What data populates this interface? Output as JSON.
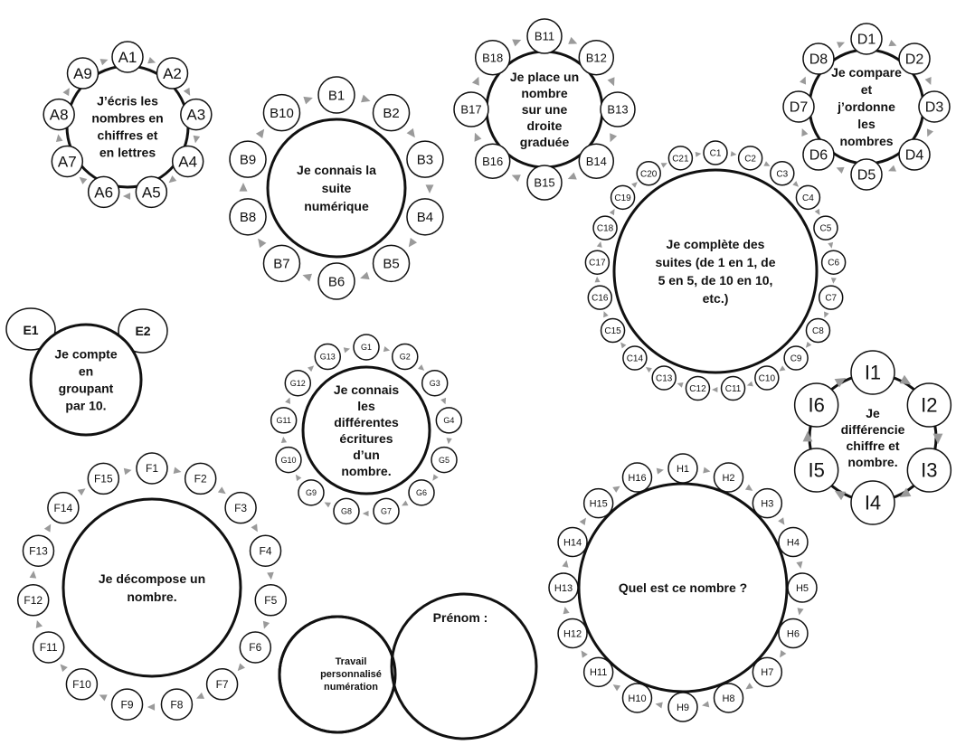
{
  "colors": {
    "stroke": "#111111",
    "arrow": "#9a9a9a",
    "background": "#ffffff"
  },
  "rings": [
    {
      "id": "A",
      "center_lines": [
        "J’écris les",
        "nombres en",
        "chiffres et",
        "en lettres"
      ],
      "nodes": [
        "A1",
        "A2",
        "A3",
        "A4",
        "A5",
        "A6",
        "A7",
        "A8",
        "A9"
      ]
    },
    {
      "id": "B",
      "center_lines": [
        "Je connais la",
        "suite",
        "numérique"
      ],
      "nodes": [
        "B1",
        "B2",
        "B3",
        "B4",
        "B5",
        "B6",
        "B7",
        "B8",
        "B9",
        "B10"
      ]
    },
    {
      "id": "B2",
      "center_lines": [
        "Je place un",
        "nombre",
        "sur une",
        "droite",
        "graduée"
      ],
      "nodes": [
        "B11",
        "B12",
        "B13",
        "B14",
        "B15",
        "B16",
        "B17",
        "B18"
      ]
    },
    {
      "id": "D",
      "center_lines": [
        "Je compare",
        "et",
        "j’ordonne",
        "les",
        "nombres"
      ],
      "nodes": [
        "D1",
        "D2",
        "D3",
        "D4",
        "D5",
        "D6",
        "D7",
        "D8"
      ]
    },
    {
      "id": "C",
      "center_lines": [
        "Je complète des",
        "suites (de 1 en 1, de",
        "5 en 5, de 10 en 10,",
        "etc.)"
      ],
      "nodes": [
        "C1",
        "C2",
        "C3",
        "C4",
        "C5",
        "C6",
        "C7",
        "C8",
        "C9",
        "C10",
        "C11",
        "C12",
        "C13",
        "C14",
        "C15",
        "C16",
        "C17",
        "C18",
        "C19",
        "C20",
        "C21"
      ]
    },
    {
      "id": "E",
      "center_lines": [
        "Je compte",
        "en",
        "groupant",
        "par 10."
      ],
      "nodes": [
        "E1",
        "E2"
      ]
    },
    {
      "id": "G",
      "center_lines": [
        "Je connais",
        "les",
        "différentes",
        "écritures",
        "d’un",
        "nombre."
      ],
      "nodes": [
        "G1",
        "G2",
        "G3",
        "G4",
        "G5",
        "G6",
        "G7",
        "G8",
        "G9",
        "G10",
        "G11",
        "G12",
        "G13"
      ]
    },
    {
      "id": "I",
      "center_lines": [
        "Je",
        "différencie",
        "chiffre et",
        "nombre."
      ],
      "nodes": [
        "I1",
        "I2",
        "I3",
        "I4",
        "I5",
        "I6"
      ]
    },
    {
      "id": "F",
      "center_lines": [
        "Je décompose un",
        "nombre."
      ],
      "nodes": [
        "F1",
        "F2",
        "F3",
        "F4",
        "F5",
        "F6",
        "F7",
        "F8",
        "F9",
        "F10",
        "F11",
        "F12",
        "F13",
        "F14",
        "F15"
      ]
    },
    {
      "id": "H",
      "center_lines": [
        "Quel est ce nombre ?"
      ],
      "nodes": [
        "H1",
        "H2",
        "H3",
        "H4",
        "H5",
        "H6",
        "H7",
        "H8",
        "H9",
        "H10",
        "H11",
        "H12",
        "H13",
        "H14",
        "H15",
        "H16"
      ]
    }
  ],
  "footer": {
    "title_lines": [
      "Travail",
      "personnalisé",
      "numération"
    ],
    "name_label": "Prénom :"
  }
}
